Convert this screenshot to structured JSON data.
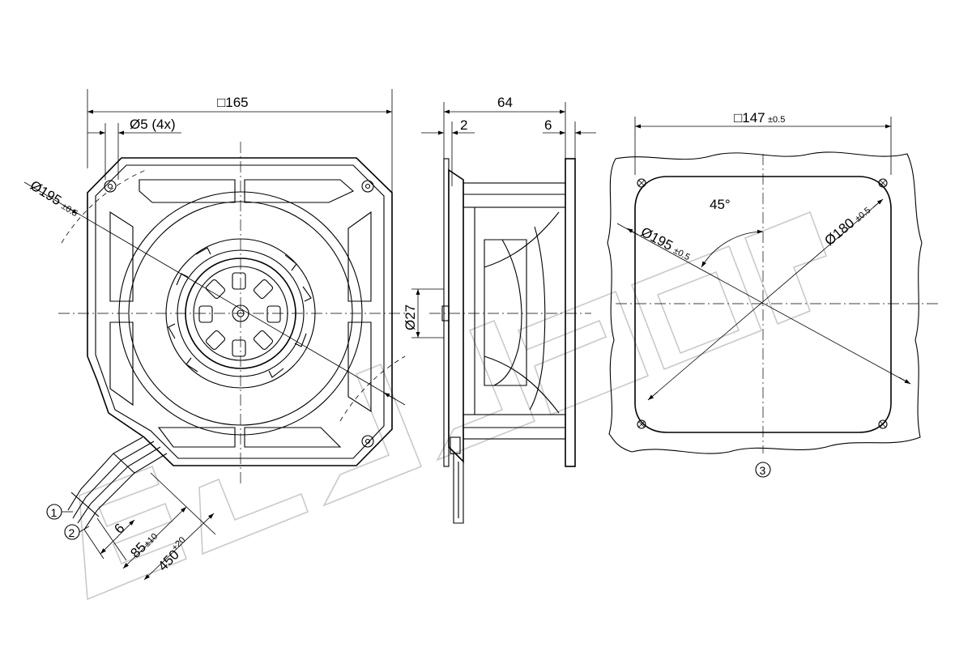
{
  "front_view": {
    "dim_width": "□165",
    "dim_hole": "Ø5 (4x)",
    "dim_circle": "Ø195",
    "dim_circle_tol": "±0.5",
    "callout_1": "1",
    "callout_2": "2",
    "lead_6": "6",
    "lead_85": "85",
    "lead_85_tol": "±10",
    "lead_450": "450",
    "lead_450_tol": "+20"
  },
  "side_view": {
    "dim_depth": "64",
    "dim_left": "2",
    "dim_right": "6",
    "dim_hub": "Ø27"
  },
  "cutout_view": {
    "dim_square": "□147",
    "dim_square_tol": "±0.5",
    "dim_angle": "45°",
    "dim_circle_195": "Ø195",
    "dim_circle_195_tol": "±0.5",
    "dim_circle_180": "Ø180",
    "dim_circle_180_tol": "±0.5",
    "callout_3": "3"
  },
  "icons": {
    "arrow": "arrowhead",
    "callout": "circled-number"
  }
}
